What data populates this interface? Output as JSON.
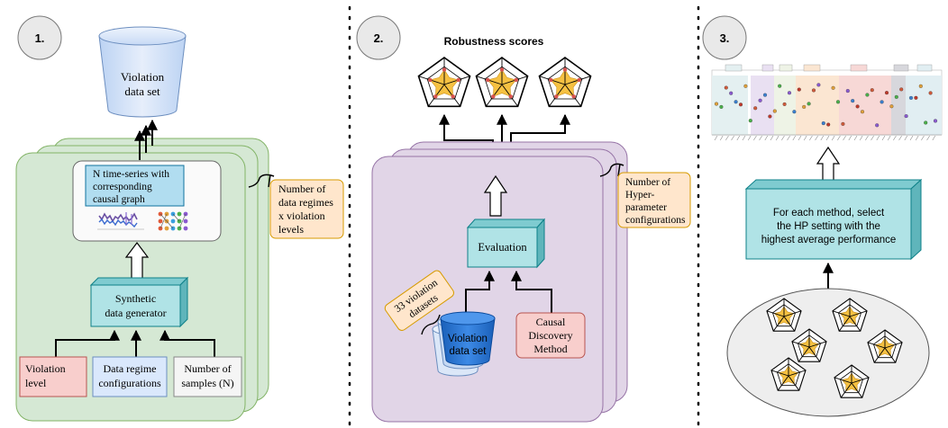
{
  "panels": {
    "p1": {
      "number": "1.",
      "violation_dataset": [
        "Violation",
        "data set"
      ],
      "timeseries_box": [
        "N time-series with",
        "corresponding",
        "causal graph"
      ],
      "generator": [
        "Synthetic",
        "data generator"
      ],
      "input_violation_level": [
        "Violation",
        "level"
      ],
      "input_regime_config": [
        "Data regime",
        "configurations"
      ],
      "input_samples": [
        "Number of",
        "samples (N)"
      ],
      "stack_note": [
        "Number of",
        "data regimes",
        "x violation",
        "levels"
      ]
    },
    "p2": {
      "number": "2.",
      "title": "Robustness scores",
      "evaluation": "Evaluation",
      "violation_dataset": [
        "Violation",
        "data set"
      ],
      "datasets_tag": [
        "33 violation",
        "datasets"
      ],
      "method": [
        "Causal",
        "Discovery",
        "Method"
      ],
      "stack_note": [
        "Number of",
        "Hyper-",
        "parameter",
        "configurations"
      ]
    },
    "p3": {
      "number": "3.",
      "selection_box": [
        "For each method, select",
        "the HP setting with the",
        "highest average performance"
      ]
    }
  },
  "colors": {
    "green_stack": "#d5e8d4",
    "green_border": "#82b366",
    "purple_stack": "#e1d5e7",
    "purple_border": "#9673a6",
    "teal_box": "#b0e3e6",
    "teal_border": "#0e8088",
    "red_box": "#f8cecc",
    "red_border": "#b85450",
    "blue_box": "#dae8fc",
    "blue_border": "#6c8ebf",
    "orange_box": "#ffe6cc",
    "orange_border": "#d79b00",
    "radar_fill": "#f6c142",
    "cylinder_blue": "#1f6fd1"
  }
}
